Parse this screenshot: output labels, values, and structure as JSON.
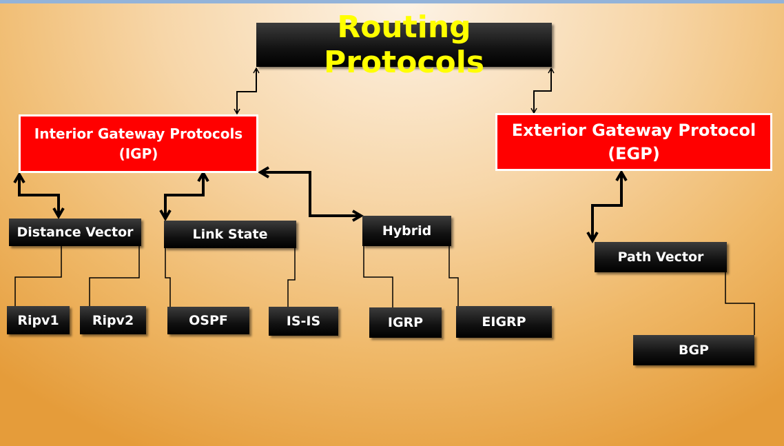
{
  "title": "Routing Protocols",
  "igp": {
    "line1": "Interior Gateway Protocols",
    "line2": "(IGP)"
  },
  "egp": {
    "line1": "Exterior Gateway Protocol",
    "line2": "(EGP)"
  },
  "categories": {
    "distance_vector": "Distance Vector",
    "link_state": "Link State",
    "hybrid": "Hybrid",
    "path_vector": "Path Vector"
  },
  "protocols": {
    "ripv1": "Ripv1",
    "ripv2": "Ripv2",
    "ospf": "OSPF",
    "isis": "IS-IS",
    "igrp": "IGRP",
    "eigrp": "EIGRP",
    "bgp": "BGP"
  }
}
